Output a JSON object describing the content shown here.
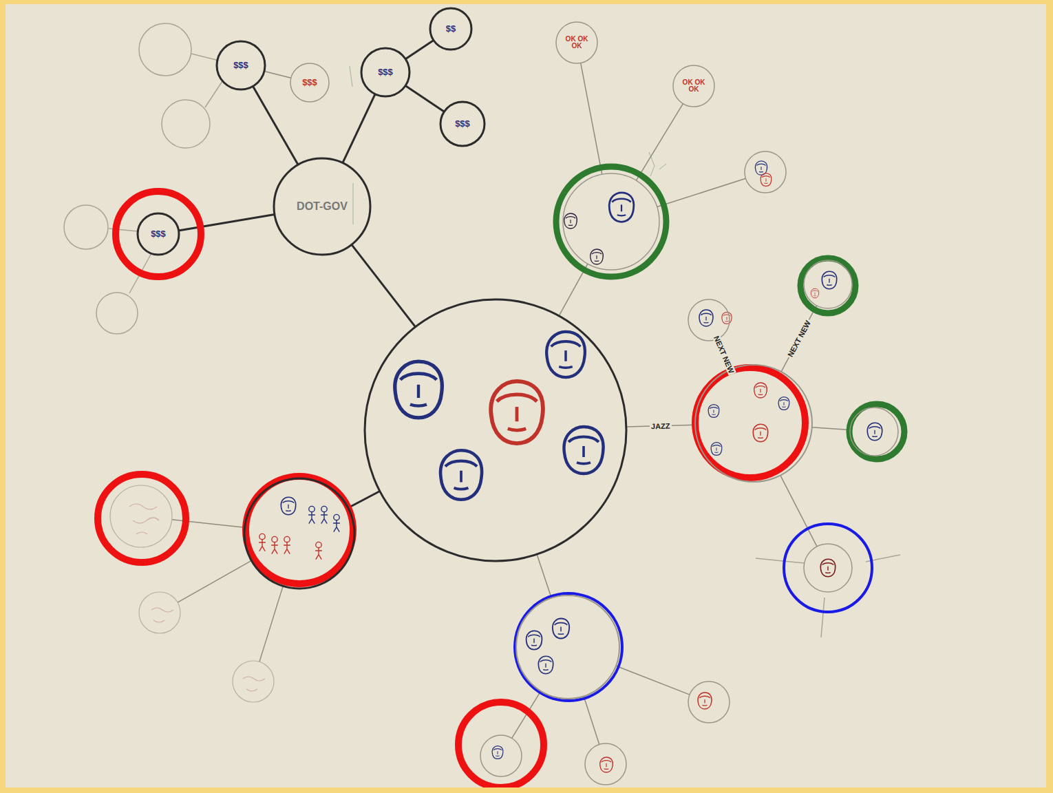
{
  "diagram": {
    "nodes": [
      {
        "text": []
      },
      {
        "text": [
          "DOT-GOV"
        ]
      },
      {
        "text": [
          "$$$"
        ]
      },
      {
        "text": [
          "$$$"
        ]
      },
      {
        "text": [
          "$$"
        ]
      },
      {
        "text": [
          "$$$"
        ]
      },
      {
        "text": [
          "$$$"
        ]
      },
      {
        "text": [
          "$$$"
        ]
      },
      {
        "text": []
      },
      {
        "text": [
          "OK OK OK"
        ]
      },
      {
        "text": [
          "OK OK OK"
        ]
      },
      {
        "text": []
      },
      {
        "text": []
      },
      {
        "text": []
      },
      {
        "text": []
      },
      {
        "text": []
      },
      {
        "text": []
      },
      {
        "text": []
      },
      {
        "text": []
      },
      {
        "text": []
      },
      {
        "text": []
      },
      {
        "text": []
      },
      {
        "text": []
      },
      {
        "text": []
      },
      {
        "text": []
      }
    ],
    "edges": [
      {
        "from": 0,
        "to": 1,
        "arrow": "none"
      },
      {
        "from": 1,
        "to": 2,
        "arrow": "none"
      },
      {
        "from": 1,
        "to": 3,
        "arrow": "none"
      },
      {
        "from": 1,
        "to": 7,
        "arrow": "none"
      },
      {
        "from": 3,
        "to": 4,
        "arrow": "none"
      },
      {
        "from": 3,
        "to": 5,
        "arrow": "none"
      },
      {
        "from": 2,
        "to": 6,
        "arrow": "none"
      },
      {
        "from": 0,
        "to": 8,
        "arrow": "none"
      },
      {
        "from": 8,
        "to": 9,
        "arrow": "none"
      },
      {
        "from": 8,
        "to": 10,
        "arrow": "none"
      },
      {
        "from": 8,
        "to": 11,
        "arrow": "none"
      },
      {
        "from": 0,
        "to": 12,
        "label": "JAZZ",
        "arrow": "none"
      },
      {
        "from": 12,
        "to": 13,
        "label": "NEXT NEW",
        "arrow": "none"
      },
      {
        "from": 12,
        "to": 14,
        "label": "NEXT NEW",
        "arrow": "none"
      },
      {
        "from": 12,
        "to": 15,
        "arrow": "none"
      },
      {
        "from": 12,
        "to": 16,
        "arrow": "none"
      },
      {
        "from": 0,
        "to": 17,
        "arrow": "none"
      },
      {
        "from": 17,
        "to": 18,
        "arrow": "none"
      },
      {
        "from": 17,
        "to": 19,
        "arrow": "none"
      },
      {
        "from": 17,
        "to": 20,
        "arrow": "none"
      },
      {
        "from": 0,
        "to": 21,
        "arrow": "none"
      },
      {
        "from": 21,
        "to": 22,
        "arrow": "none"
      },
      {
        "from": 21,
        "to": 23,
        "arrow": "none"
      },
      {
        "from": 21,
        "to": 24,
        "arrow": "none"
      }
    ]
  }
}
